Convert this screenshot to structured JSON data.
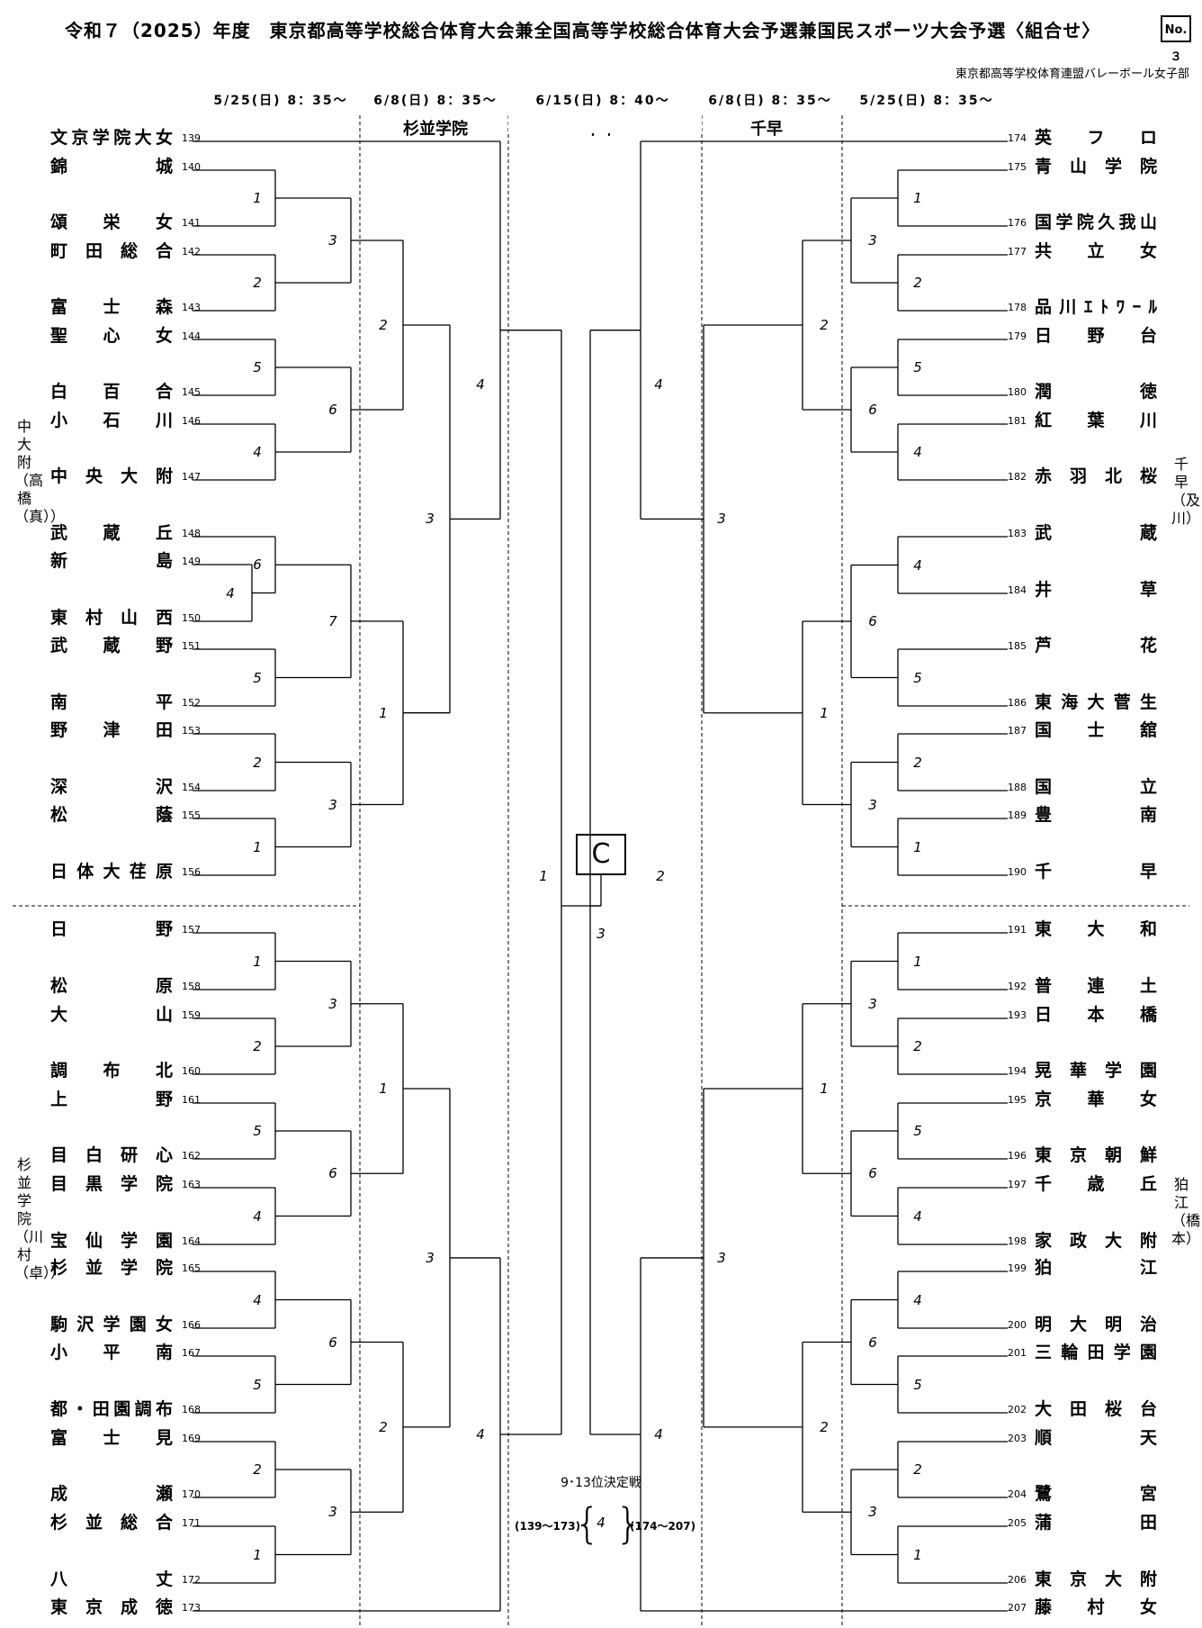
{
  "header": {
    "title": "令和７（2025）年度　東京都高等学校総合体育大会兼全国高等学校総合体育大会予選兼国民スポーツ大会予選〈組合せ〉",
    "badge": "No.３",
    "organizer": "東京都高等学校体育連盟バレーボール女子部"
  },
  "schedule": [
    "5/25(日) 8：35～",
    "6/8(日) 8：35～",
    "6/15(日) 8：40～",
    "6/8(日) 8：35～",
    "5/25(日) 8：35～"
  ],
  "venues": {
    "left_round3": "杉並学院",
    "final": "千早",
    "right_round3": "千早"
  },
  "side_labels": {
    "left_top": "中大附（高橋（真））",
    "left_bottom": "杉並学院（川村（卓））",
    "right_top": "千早（及川）",
    "right_bottom": "狛江（橋本）"
  },
  "left_teams": [
    {
      "name": "文京学院大女",
      "num": "139"
    },
    {
      "name": "錦城",
      "num": "140"
    },
    {
      "name": "頌栄女",
      "num": "141"
    },
    {
      "name": "町田総合",
      "num": "142"
    },
    {
      "name": "富士森",
      "num": "143"
    },
    {
      "name": "聖心女",
      "num": "144"
    },
    {
      "name": "白百合",
      "num": "145"
    },
    {
      "name": "小石川",
      "num": "146"
    },
    {
      "name": "中央大附",
      "num": "147"
    },
    {
      "name": "武蔵丘",
      "num": "148"
    },
    {
      "name": "新島",
      "num": "149"
    },
    {
      "name": "東村山西",
      "num": "150"
    },
    {
      "name": "武蔵野",
      "num": "151"
    },
    {
      "name": "南平",
      "num": "152"
    },
    {
      "name": "野津田",
      "num": "153"
    },
    {
      "name": "深沢",
      "num": "154"
    },
    {
      "name": "松蔭",
      "num": "155"
    },
    {
      "name": "日体大荏原",
      "num": "156"
    },
    {
      "name": "日野",
      "num": "157"
    },
    {
      "name": "松原",
      "num": "158"
    },
    {
      "name": "大山",
      "num": "159"
    },
    {
      "name": "調布北",
      "num": "160"
    },
    {
      "name": "上野",
      "num": "161"
    },
    {
      "name": "目白研心",
      "num": "162"
    },
    {
      "name": "目黒学院",
      "num": "163"
    },
    {
      "name": "宝仙学園",
      "num": "164"
    },
    {
      "name": "杉並学院",
      "num": "165"
    },
    {
      "name": "駒沢学園女",
      "num": "166"
    },
    {
      "name": "小平南",
      "num": "167"
    },
    {
      "name": "都・田園調布",
      "num": "168"
    },
    {
      "name": "富士見",
      "num": "169"
    },
    {
      "name": "成瀬",
      "num": "170"
    },
    {
      "name": "杉並総合",
      "num": "171"
    },
    {
      "name": "八丈",
      "num": "172"
    },
    {
      "name": "東京成徳",
      "num": "173"
    }
  ],
  "right_teams": [
    {
      "name": "英フロ",
      "num": "174"
    },
    {
      "name": "青山学院",
      "num": "175"
    },
    {
      "name": "国学院久我山",
      "num": "176"
    },
    {
      "name": "共立女",
      "num": "177"
    },
    {
      "name": "品川ｴﾄﾜｰﾙ",
      "num": "178"
    },
    {
      "name": "日野台",
      "num": "179"
    },
    {
      "name": "潤徳",
      "num": "180"
    },
    {
      "name": "紅葉川",
      "num": "181"
    },
    {
      "name": "赤羽北桜",
      "num": "182"
    },
    {
      "name": "武蔵",
      "num": "183"
    },
    {
      "name": "井草",
      "num": "184"
    },
    {
      "name": "芦花",
      "num": "185"
    },
    {
      "name": "東海大菅生",
      "num": "186"
    },
    {
      "name": "国士舘",
      "num": "187"
    },
    {
      "name": "国立",
      "num": "188"
    },
    {
      "name": "豊南",
      "num": "189"
    },
    {
      "name": "千早",
      "num": "190"
    },
    {
      "name": "東大和",
      "num": "191"
    },
    {
      "name": "普連土",
      "num": "192"
    },
    {
      "name": "日本橋",
      "num": "193"
    },
    {
      "name": "晃華学園",
      "num": "194"
    },
    {
      "name": "京華女",
      "num": "195"
    },
    {
      "name": "東京朝鮮",
      "num": "196"
    },
    {
      "name": "千歳丘",
      "num": "197"
    },
    {
      "name": "家政大附",
      "num": "198"
    },
    {
      "name": "狛江",
      "num": "199"
    },
    {
      "name": "明大明治",
      "num": "200"
    },
    {
      "name": "三輪田学園",
      "num": "201"
    },
    {
      "name": "大田桜台",
      "num": "202"
    },
    {
      "name": "順天",
      "num": "203"
    },
    {
      "name": "鷺宮",
      "num": "204"
    },
    {
      "name": "蒲田",
      "num": "205"
    },
    {
      "name": "東京大附",
      "num": "206"
    },
    {
      "name": "藤村女",
      "num": "207"
    }
  ],
  "final": {
    "court": "C",
    "match_no": "3",
    "semi_left": "1",
    "semi_right": "2"
  },
  "consolation": {
    "title": "9･13位決定戦",
    "left_range": "(139～173)",
    "right_range": "(174～207)",
    "match_no": "4"
  }
}
